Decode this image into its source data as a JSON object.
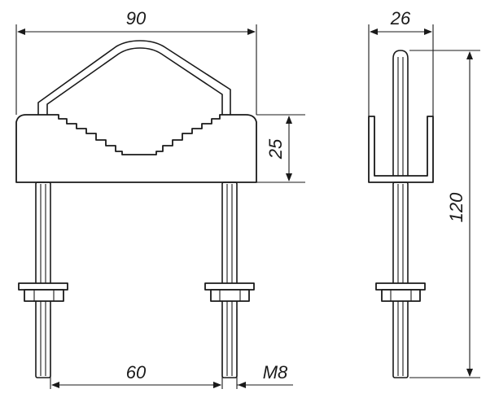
{
  "drawing": {
    "front_view": {
      "width_label": "90",
      "bolt_spacing_label": "60",
      "clamp_height_label": "25",
      "thread_label": "M8"
    },
    "side_view": {
      "width_label": "26",
      "height_label": "120"
    }
  }
}
